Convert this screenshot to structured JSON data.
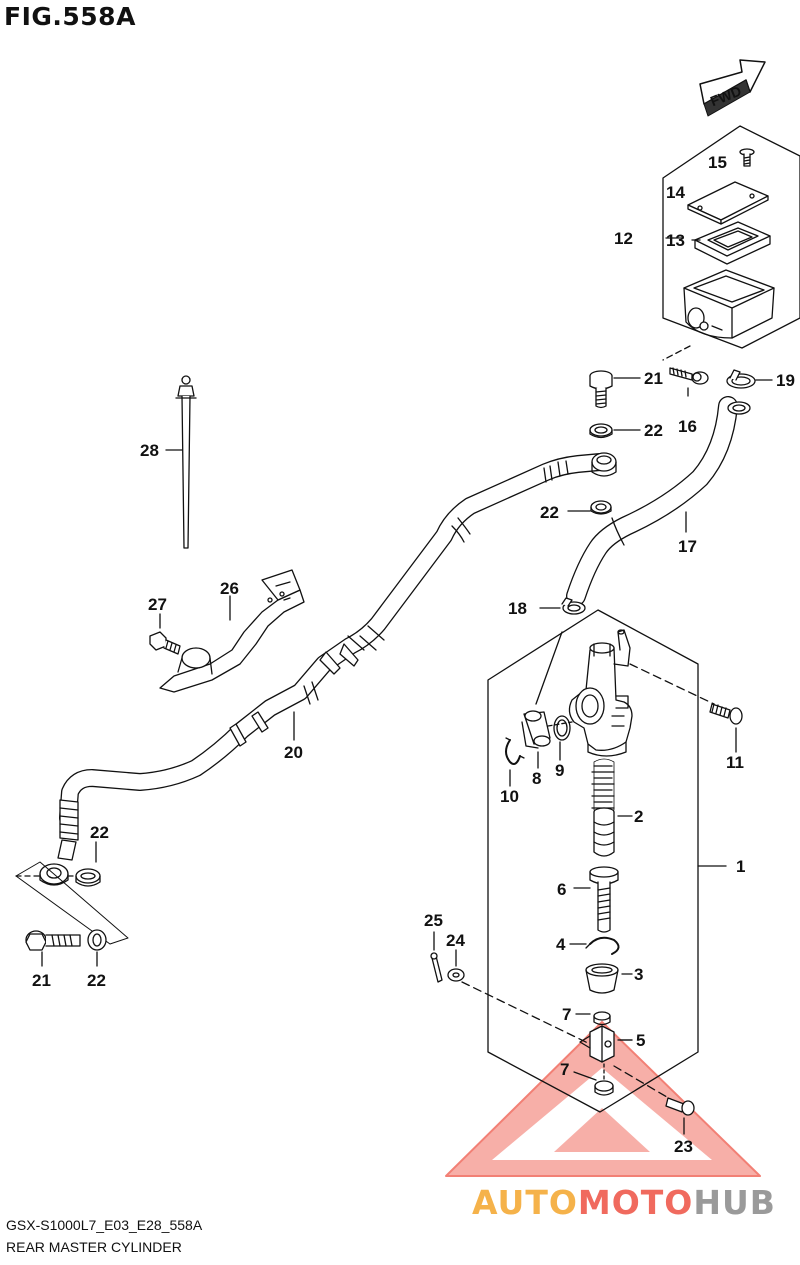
{
  "figure": {
    "title": "FIG.558A",
    "model_code": "GSX-S1000L7_E03_E28_558A",
    "name": "REAR MASTER CYLINDER"
  },
  "fwd_label": "FWD",
  "watermark": {
    "part1": "AUTO",
    "part2": "MOTO",
    "part3": "HUB"
  },
  "colors": {
    "line": "#111111",
    "wm_orange": "#f5b24a",
    "wm_red": "#f06a5e",
    "wm_gray": "#9a9a9a"
  },
  "callouts": {
    "c1": "1",
    "c2": "2",
    "c3": "3",
    "c4": "4",
    "c5": "5",
    "c6": "6",
    "c7a": "7",
    "c7b": "7",
    "c8": "8",
    "c9": "9",
    "c10": "10",
    "c11": "11",
    "c12": "12",
    "c13": "13",
    "c14": "14",
    "c15": "15",
    "c16": "16",
    "c17": "17",
    "c18": "18",
    "c19": "19",
    "c20": "20",
    "c21a": "21",
    "c21b": "21",
    "c22a": "22",
    "c22b": "22",
    "c22c": "22",
    "c22d": "22",
    "c23": "23",
    "c24": "24",
    "c25": "25",
    "c26": "26",
    "c27": "27",
    "c28": "28"
  }
}
